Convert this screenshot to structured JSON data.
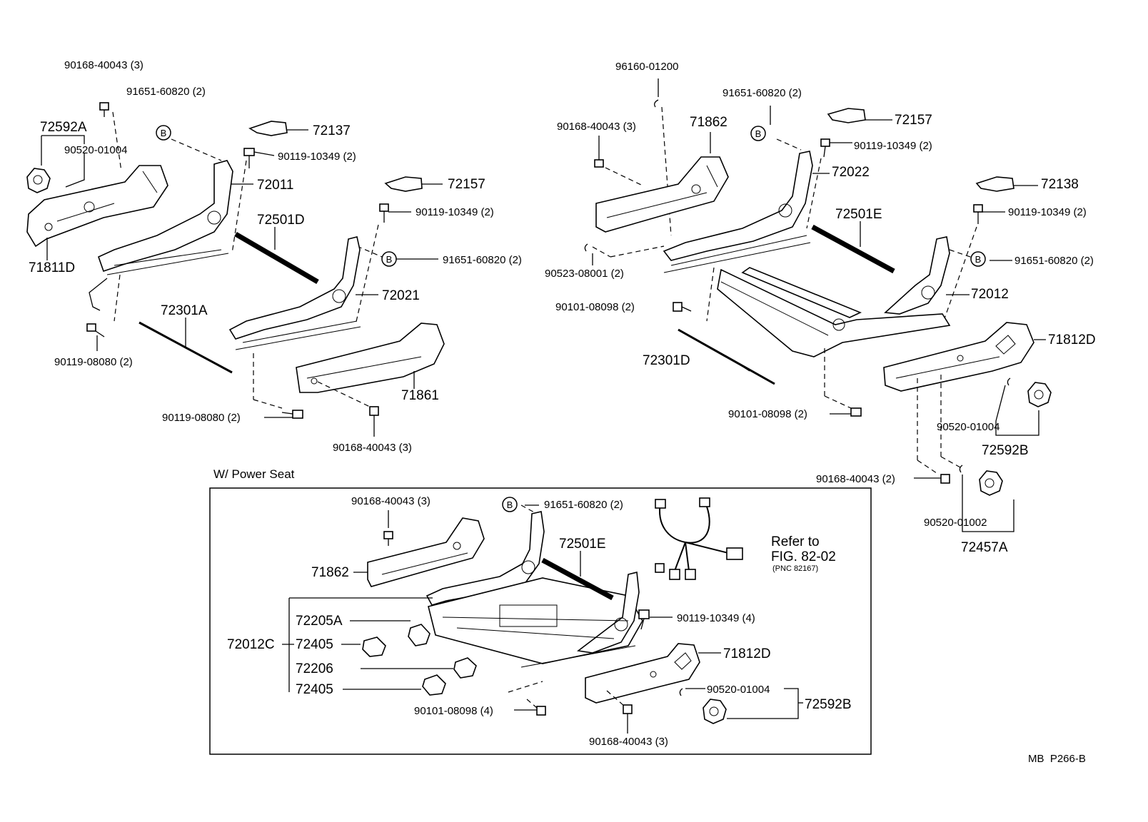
{
  "left": {
    "p1": "90168-40043 (3)",
    "p2": "91651-60820 (2)",
    "p3": "72592A",
    "p4": "90520-01004",
    "p5": "72137",
    "p6": "90119-10349 (2)",
    "p7": "72011",
    "p8": "72157",
    "p9": "90119-10349 (2)",
    "p10": "72501D",
    "p11": "91651-60820 (2)",
    "p12": "71811D",
    "p13": "72021",
    "p14": "72301A",
    "p15": "90119-08080 (2)",
    "p16": "71861",
    "p17": "90119-08080 (2)",
    "p18": "90168-40043 (3)",
    "b1": "B",
    "b2": "B"
  },
  "right": {
    "p1": "96160-01200",
    "p2": "91651-60820 (2)",
    "p3": "72157",
    "p4": "90168-40043 (3)",
    "p5": "71862",
    "p6": "90119-10349 (2)",
    "p7": "72022",
    "p8": "72138",
    "p9": "72501E",
    "p10": "90119-10349 (2)",
    "p11": "91651-60820 (2)",
    "p12": "90523-08001 (2)",
    "p13": "72012",
    "p14": "90101-08098 (2)",
    "p15": "71812D",
    "p16": "72301D",
    "p17": "90101-08098 (2)",
    "p18": "90520-01004",
    "p19": "72592B",
    "p20": "90168-40043 (2)",
    "p21": "90520-01002",
    "p22": "72457A",
    "b1": "B",
    "b2": "B"
  },
  "power": {
    "title": "W/ Power Seat",
    "p1": "90168-40043 (3)",
    "p2": "91651-60820 (2)",
    "p3": "72501E",
    "p4": "71862",
    "ref1": "Refer to",
    "ref2": "FIG. 82-02",
    "ref3": "(PNC 82167)",
    "p5": "72205A",
    "p6": "90119-10349 (4)",
    "p7": "72012C",
    "p8": "72405",
    "p9": "71812D",
    "p10": "72206",
    "p11": "90520-01004",
    "p12": "72405",
    "p13": "72592B",
    "p14": "90101-08098 (4)",
    "p15": "90168-40043 (3)",
    "b1": "B"
  },
  "footer": {
    "code": "MB  P266-B"
  }
}
